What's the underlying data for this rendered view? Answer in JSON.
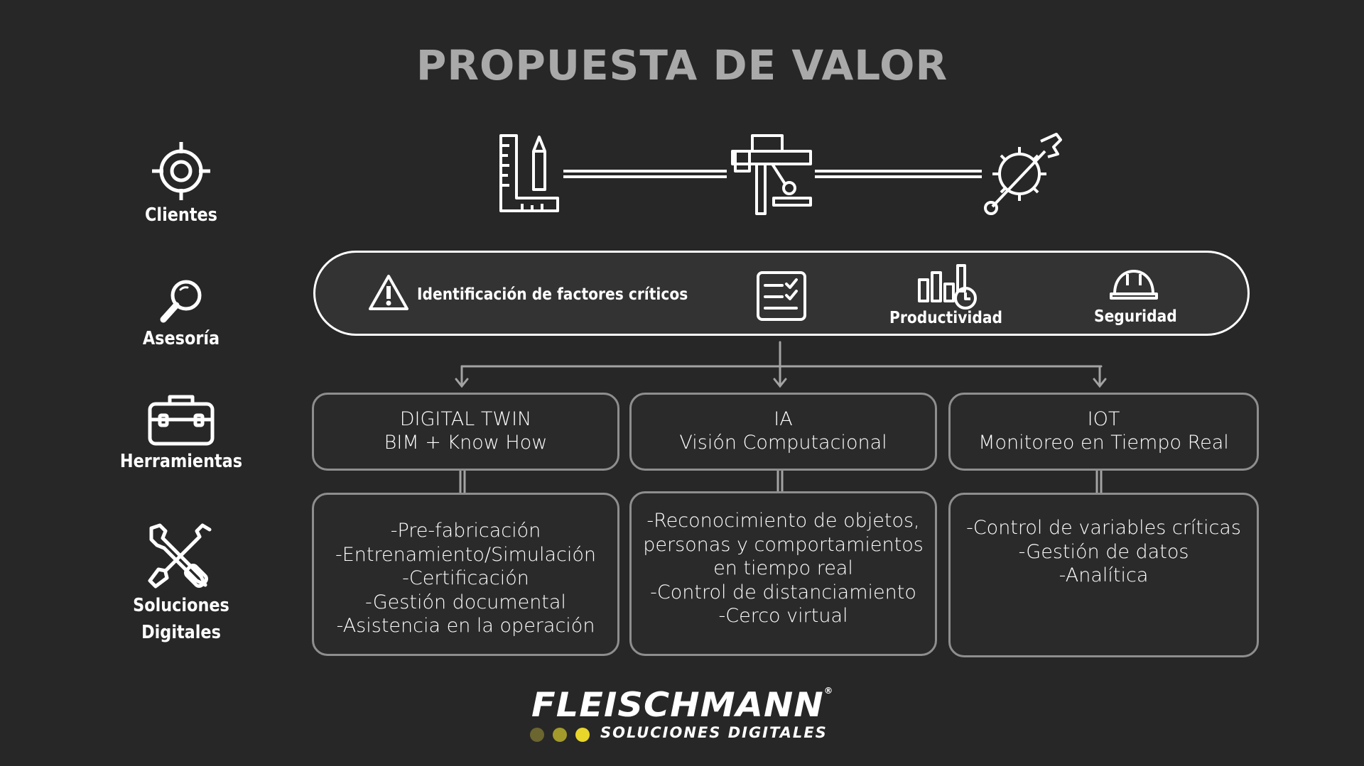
{
  "title": "PROPUESTA DE VALOR",
  "sidebar": [
    {
      "label": "Clientes",
      "icon": "crosshair-icon"
    },
    {
      "label": "Asesoría",
      "icon": "magnifier-icon"
    },
    {
      "label": "Herramientas",
      "icon": "toolbox-icon"
    },
    {
      "label_line1": "Soluciones",
      "label_line2": "Digitales",
      "icon": "wrench-screwdriver-icon"
    }
  ],
  "process_icons": [
    "ruler-pencil-icon",
    "construction-crane-icon",
    "gear-wrench-icon"
  ],
  "pill": {
    "factors_label": "Identificación de factores críticos",
    "productivity_label": "Productividad",
    "safety_label": "Seguridad"
  },
  "columns": [
    {
      "head_line1": "DIGITAL TWIN",
      "head_line2": "BIM + Know How",
      "items": [
        "-Pre-fabricación",
        "-Entrenamiento/Simulación",
        "-Certificación",
        "-Gestión documental",
        "-Asistencia en la operación"
      ]
    },
    {
      "head_line1": "IA",
      "head_line2": "Visión Computacional",
      "items": [
        "-Reconocimiento de objetos,",
        "personas y comportamientos",
        "en tiempo real",
        "-Control de distanciamiento",
        "-Cerco virtual"
      ]
    },
    {
      "head_line1": "IOT",
      "head_line2": "Monitoreo en Tiempo Real",
      "items": [
        "-Control de variables críticas",
        "-Gestión de datos",
        "-Analítica"
      ]
    }
  ],
  "logo": {
    "name": "FLEISCHMANN",
    "registered": "®",
    "tagline": "SOLUCIONES DIGITALES",
    "dot_colors": [
      "#6b6530",
      "#a39a2c",
      "#e8d62a"
    ]
  }
}
